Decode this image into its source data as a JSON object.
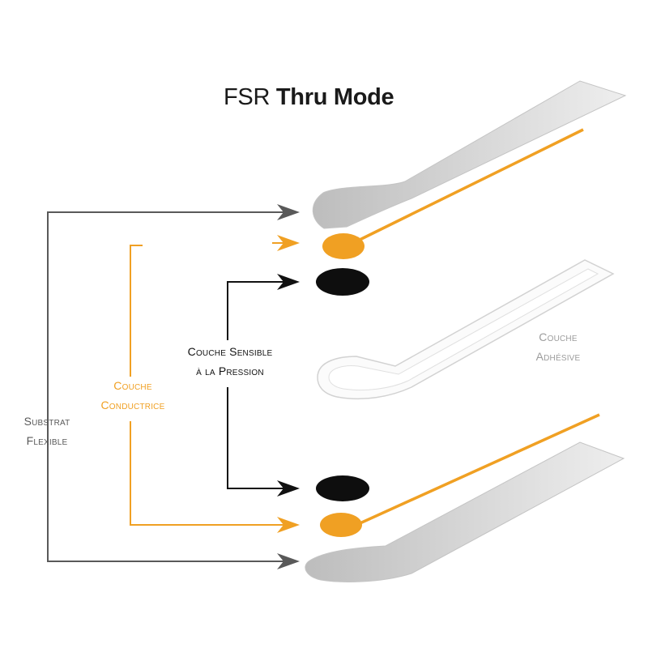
{
  "title": {
    "part1": "FSR",
    "part2": "Thru Mode"
  },
  "labels": {
    "substrat": {
      "line1": "Substrat",
      "line2": "Flexible"
    },
    "conductrice": {
      "line1": "Couche",
      "line2": "Conductrice"
    },
    "sensible": {
      "line1": "Couche Sensible",
      "line2": "à la Pression"
    },
    "adhesive": {
      "line1": "Couche",
      "line2": "Adhésive"
    }
  },
  "colors": {
    "substrat": "#595959",
    "conductrice": "#f0a023",
    "sensible": "#111111",
    "adhesive": "#9c9c9c"
  }
}
